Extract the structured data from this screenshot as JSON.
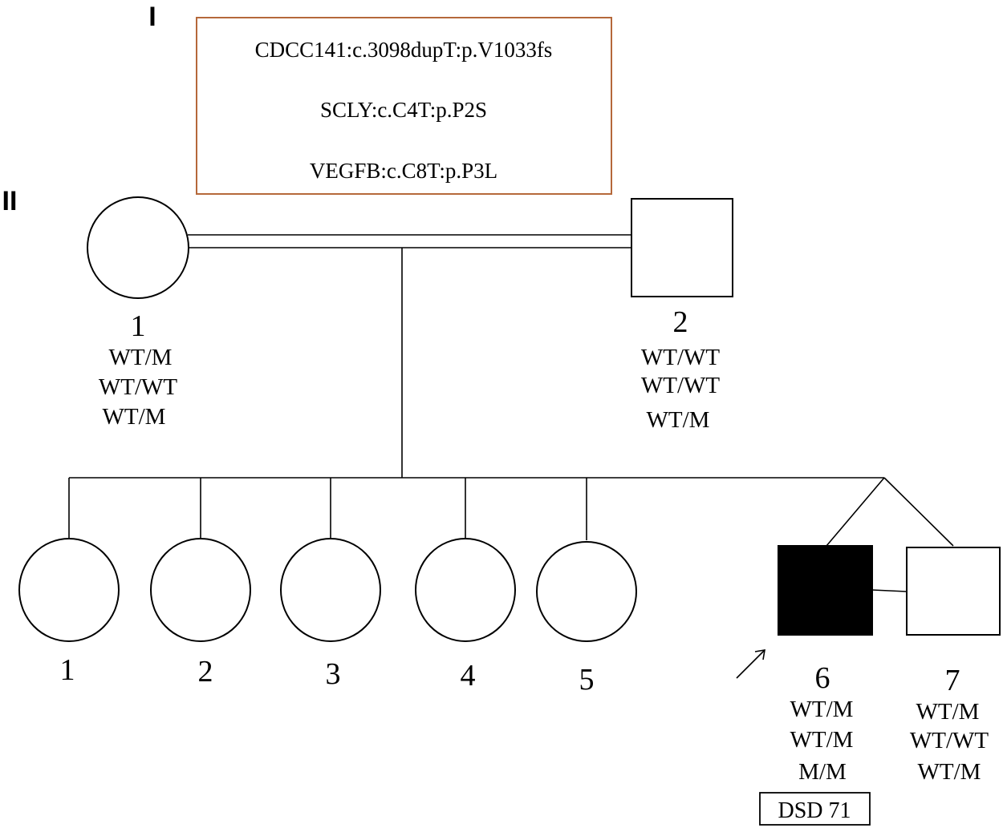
{
  "generations": {
    "I": "I",
    "II": "II"
  },
  "variants": [
    "CDCC141:c.3098dupT:p.V1033fs",
    "SCLY:c.C4T:p.P2S",
    "VEGFB:c.C8T:p.P3L"
  ],
  "parents": [
    {
      "label": "1",
      "sex": "female",
      "affected": false,
      "genotypes": [
        "WT/M",
        "WT/WT",
        "WT/M"
      ]
    },
    {
      "label": "2",
      "sex": "male",
      "affected": false,
      "genotypes": [
        "WT/WT",
        "WT/WT",
        "WT/M"
      ]
    }
  ],
  "children": [
    {
      "label": "1",
      "sex": "female",
      "affected": false,
      "genotypes": []
    },
    {
      "label": "2",
      "sex": "female",
      "affected": false,
      "genotypes": []
    },
    {
      "label": "3",
      "sex": "female",
      "affected": false,
      "genotypes": []
    },
    {
      "label": "4",
      "sex": "female",
      "affected": false,
      "genotypes": []
    },
    {
      "label": "5",
      "sex": "female",
      "affected": false,
      "genotypes": []
    },
    {
      "label": "6",
      "sex": "male",
      "affected": true,
      "proband": true,
      "genotypes": [
        "WT/M",
        "WT/M",
        "M/M"
      ],
      "note": "DSD 71"
    },
    {
      "label": "7",
      "sex": "male",
      "affected": false,
      "genotypes": [
        "WT/M",
        "WT/WT",
        "WT/M"
      ]
    }
  ]
}
